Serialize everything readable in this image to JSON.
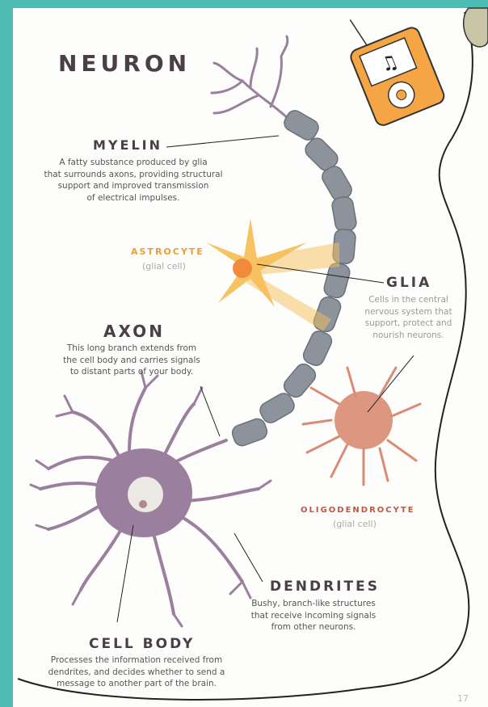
{
  "title": "NEURON",
  "myelin": {
    "heading": "MYELIN",
    "text": [
      "A fatty substance produced by glia",
      "that surrounds axons, providing structural",
      "support and improved transmission",
      "of electrical impulses."
    ]
  },
  "astrocyte": {
    "heading": "ASTROCYTE",
    "sub": "(glial cell)"
  },
  "glia": {
    "heading": "GLIA",
    "text": [
      "Cells in the central",
      "nervous system that",
      "support, protect and",
      "nourish neurons."
    ]
  },
  "axon": {
    "heading": "AXON",
    "text": [
      "This long branch extends from",
      "the cell body and carries signals",
      "to distant parts of your body."
    ]
  },
  "oligodendrocyte": {
    "heading": "OLIGODENDROCYTE",
    "sub": "(glial cell)"
  },
  "dendrites": {
    "heading": "DENDRITES",
    "text": [
      "Bushy, branch-like structures",
      "that receive incoming signals",
      "from other neurons."
    ]
  },
  "cell_body": {
    "heading": "CELL BODY",
    "text": [
      "Processes the information received from",
      "dendrites, and decides whether to send a",
      "message to another part of the brain."
    ]
  },
  "page_number": "17",
  "colors": {
    "teal": "#4dbdb3",
    "neuron": "#9b7f9e",
    "myelin": "#8c939c",
    "astrocyte": "#f5c05a",
    "oligodendrocyte": "#d98c73",
    "player": "#f5a544"
  }
}
